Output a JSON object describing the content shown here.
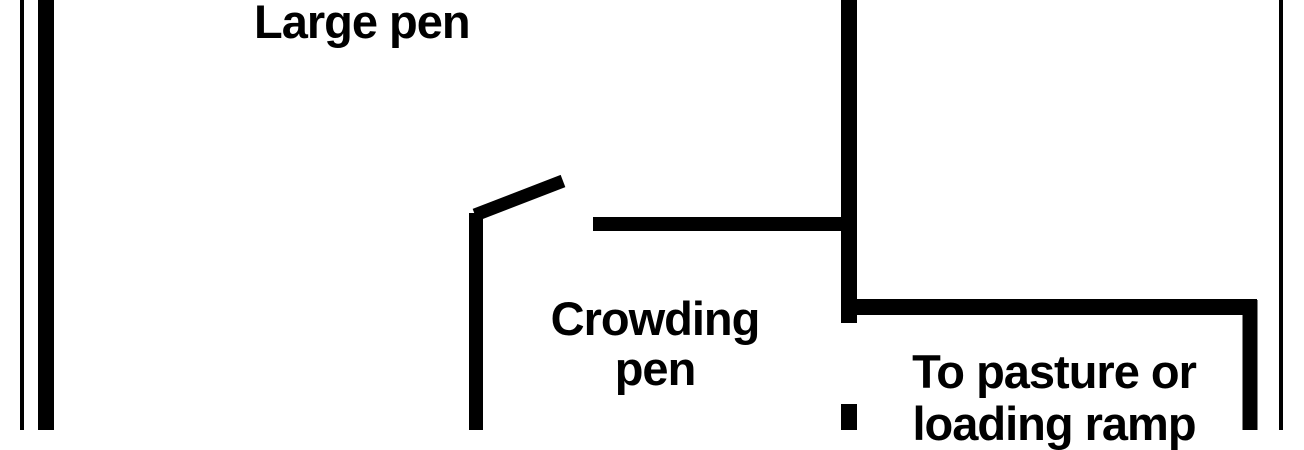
{
  "colors": {
    "background": "#ffffff",
    "fence": "#000000",
    "text": "#000000"
  },
  "labels": {
    "large_pen": "Large pen",
    "crowding_pen_line1": "Crowding",
    "crowding_pen_line2": "pen",
    "pasture_line1": "To pasture or",
    "pasture_line2": "loading ramp"
  }
}
